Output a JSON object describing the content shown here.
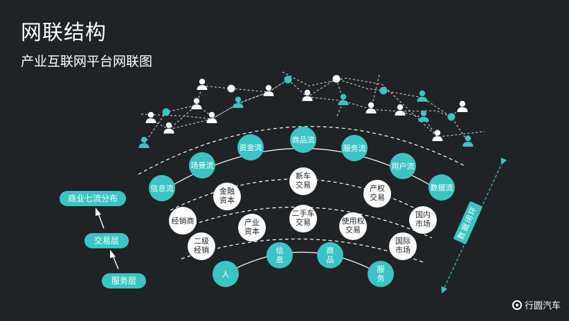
{
  "title": "网联结构",
  "subtitle": "产业互联网平台网联图",
  "colors": {
    "background": "#1f2326",
    "accent": "#3cc4c4",
    "white": "#ffffff",
    "dark_text": "#1f2326"
  },
  "layers": {
    "top": "商业七流分布",
    "middle": "交易层",
    "bottom": "服务层"
  },
  "arrow_label": "数据闭环",
  "flows": [
    "信息流",
    "场景流",
    "资金流",
    "商品流",
    "服务流",
    "用户流",
    "数据流"
  ],
  "ring2": [
    "金融\n资本",
    "新车\n交易",
    "产权\n交易"
  ],
  "ring3": [
    "经销商",
    "产业\n资本",
    "二手车\n交易",
    "使用权\n交易",
    "国内\n市场"
  ],
  "ring4": [
    "二级\n经销",
    "国际\n市场"
  ],
  "service": [
    "人",
    "信\n息",
    "商\n品",
    "服\n务"
  ],
  "logo": "行圆汽车",
  "icons": [
    "user-icon",
    "network-node-icon",
    "double-arrow-icon",
    "up-arrow-icon"
  ]
}
